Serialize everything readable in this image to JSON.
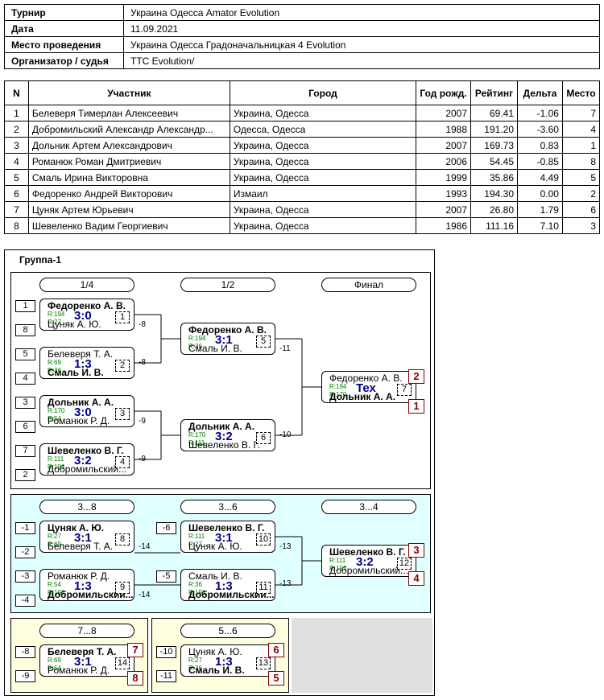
{
  "info": {
    "rows": [
      {
        "k": "Турнир",
        "v": "Украина Одесса Amator Evolution"
      },
      {
        "k": "Дата",
        "v": "11.09.2021"
      },
      {
        "k": "Место проведения",
        "v": "Украина Одесса Градоначальницкая 4 Evolution"
      },
      {
        "k": "Организатор / судья",
        "v": "TTC Evolution/"
      }
    ]
  },
  "players": {
    "headers": [
      "N",
      "Участник",
      "Город",
      "Год рожд.",
      "Рейтинг",
      "Дельта",
      "Место"
    ],
    "rows": [
      [
        "1",
        "Белеверя Тимерлан Алексеевич",
        "Украина, Одесса",
        "2007",
        "69.41",
        "-1.06",
        "7"
      ],
      [
        "2",
        "Добромильский Александр Александр...",
        "Одесса, Одесса",
        "1988",
        "191.20",
        "-3.60",
        "4"
      ],
      [
        "3",
        "Дольник Артем Александрович",
        "Украина, Одесса",
        "2007",
        "169.73",
        "0.83",
        "1"
      ],
      [
        "4",
        "Романюк Роман Дмитриевич",
        "Украина, Одесса",
        "2006",
        "54.45",
        "-0.85",
        "8"
      ],
      [
        "5",
        "Смаль Ирина Викторовна",
        "Украина, Одесса",
        "1999",
        "35.86",
        "4.49",
        "5"
      ],
      [
        "6",
        "Федоренко Андрей Викторович",
        "Измаил",
        "1993",
        "194.30",
        "0.00",
        "2"
      ],
      [
        "7",
        "Цуняк Артем Юрьевич",
        "Украина, Одесса",
        "2007",
        "26.80",
        "1.79",
        "6"
      ],
      [
        "8",
        "Шевеленко Вадим Георгиевич",
        "Украина, Одесса",
        "1986",
        "111.16",
        "7.10",
        "3"
      ]
    ]
  },
  "group": {
    "title": "Группа-1",
    "rounds": [
      "1/4",
      "1/2",
      "Финал",
      "3...8",
      "3...6",
      "3...4",
      "7...8",
      "5...6"
    ],
    "seeds": [
      "1",
      "8",
      "5",
      "4",
      "3",
      "6",
      "7",
      "2",
      "-1",
      "-2",
      "-3",
      "-4",
      "-6",
      "-5",
      "-8",
      "-9",
      "-10",
      "-11"
    ],
    "labels": [
      "-8",
      "-8",
      "-9",
      "-9",
      "-11",
      "-10",
      "-14",
      "-14",
      "-13",
      "-13"
    ],
    "places": [
      "2",
      "1",
      "3",
      "4",
      "7",
      "8",
      "6",
      "5"
    ],
    "matches": [
      {
        "p1": "Федоренко А. В.",
        "r1": "R:194",
        "p2": "Цуняк А. Ю.",
        "r2": "R:27",
        "score": "3:0",
        "num": "1"
      },
      {
        "p1": "Белеверя Т. А.",
        "r1": "R:69",
        "p2": "Смаль И. В.",
        "r2": "R:36",
        "score": "1:3",
        "num": "2"
      },
      {
        "p1": "Дольник А. А.",
        "r1": "R:170",
        "p2": "Романюк Р. Д.",
        "r2": "R:54",
        "score": "3:0",
        "num": "3"
      },
      {
        "p1": "Шевеленко В. Г.",
        "r1": "R:111",
        "p2": "Добромильский...",
        "r2": "R:191",
        "score": "3:2",
        "num": "4"
      },
      {
        "p1": "Федоренко А. В.",
        "r1": "R:194",
        "p2": "Смаль И. В.",
        "r2": "R:36",
        "score": "3:1",
        "num": "5"
      },
      {
        "p1": "Дольник А. А.",
        "r1": "R:170",
        "p2": "Шевеленко В. Г.",
        "r2": "R:111",
        "score": "3:2",
        "num": "6"
      },
      {
        "p1": "Федоренко А. В.",
        "r1": "R:194",
        "p2": "Дольник А. А.",
        "r2": "R:170",
        "score": "Тех",
        "num": "7"
      },
      {
        "p1": "Цуняк А. Ю.",
        "r1": "R:27",
        "p2": "Белеверя Т. А.",
        "r2": "R:69",
        "score": "3:1",
        "num": "8"
      },
      {
        "p1": "Романюк Р. Д.",
        "r1": "R:54",
        "p2": "Добромильский...",
        "r2": "R:191",
        "score": "1:3",
        "num": "9"
      },
      {
        "p1": "Шевеленко В. Г.",
        "r1": "R:111",
        "p2": "Цуняк А. Ю.",
        "r2": "R:27",
        "score": "3:1",
        "num": "10"
      },
      {
        "p1": "Смаль И. В.",
        "r1": "R:36",
        "p2": "Добромильский...",
        "r2": "R:191",
        "score": "1:3",
        "num": "11"
      },
      {
        "p1": "Шевеленко В. Г.",
        "r1": "R:111",
        "p2": "Добромильский...",
        "r2": "R:191",
        "score": "3:2",
        "num": "12"
      },
      {
        "p1": "Цуняк А. Ю.",
        "r1": "R:27",
        "p2": "Смаль И. В.",
        "r2": "R:36",
        "score": "1:3",
        "num": "13"
      },
      {
        "p1": "Белеверя Т. А.",
        "r1": "R:69",
        "p2": "Романюк Р. Д.",
        "r2": "R:54",
        "score": "3:1",
        "num": "14"
      }
    ]
  }
}
